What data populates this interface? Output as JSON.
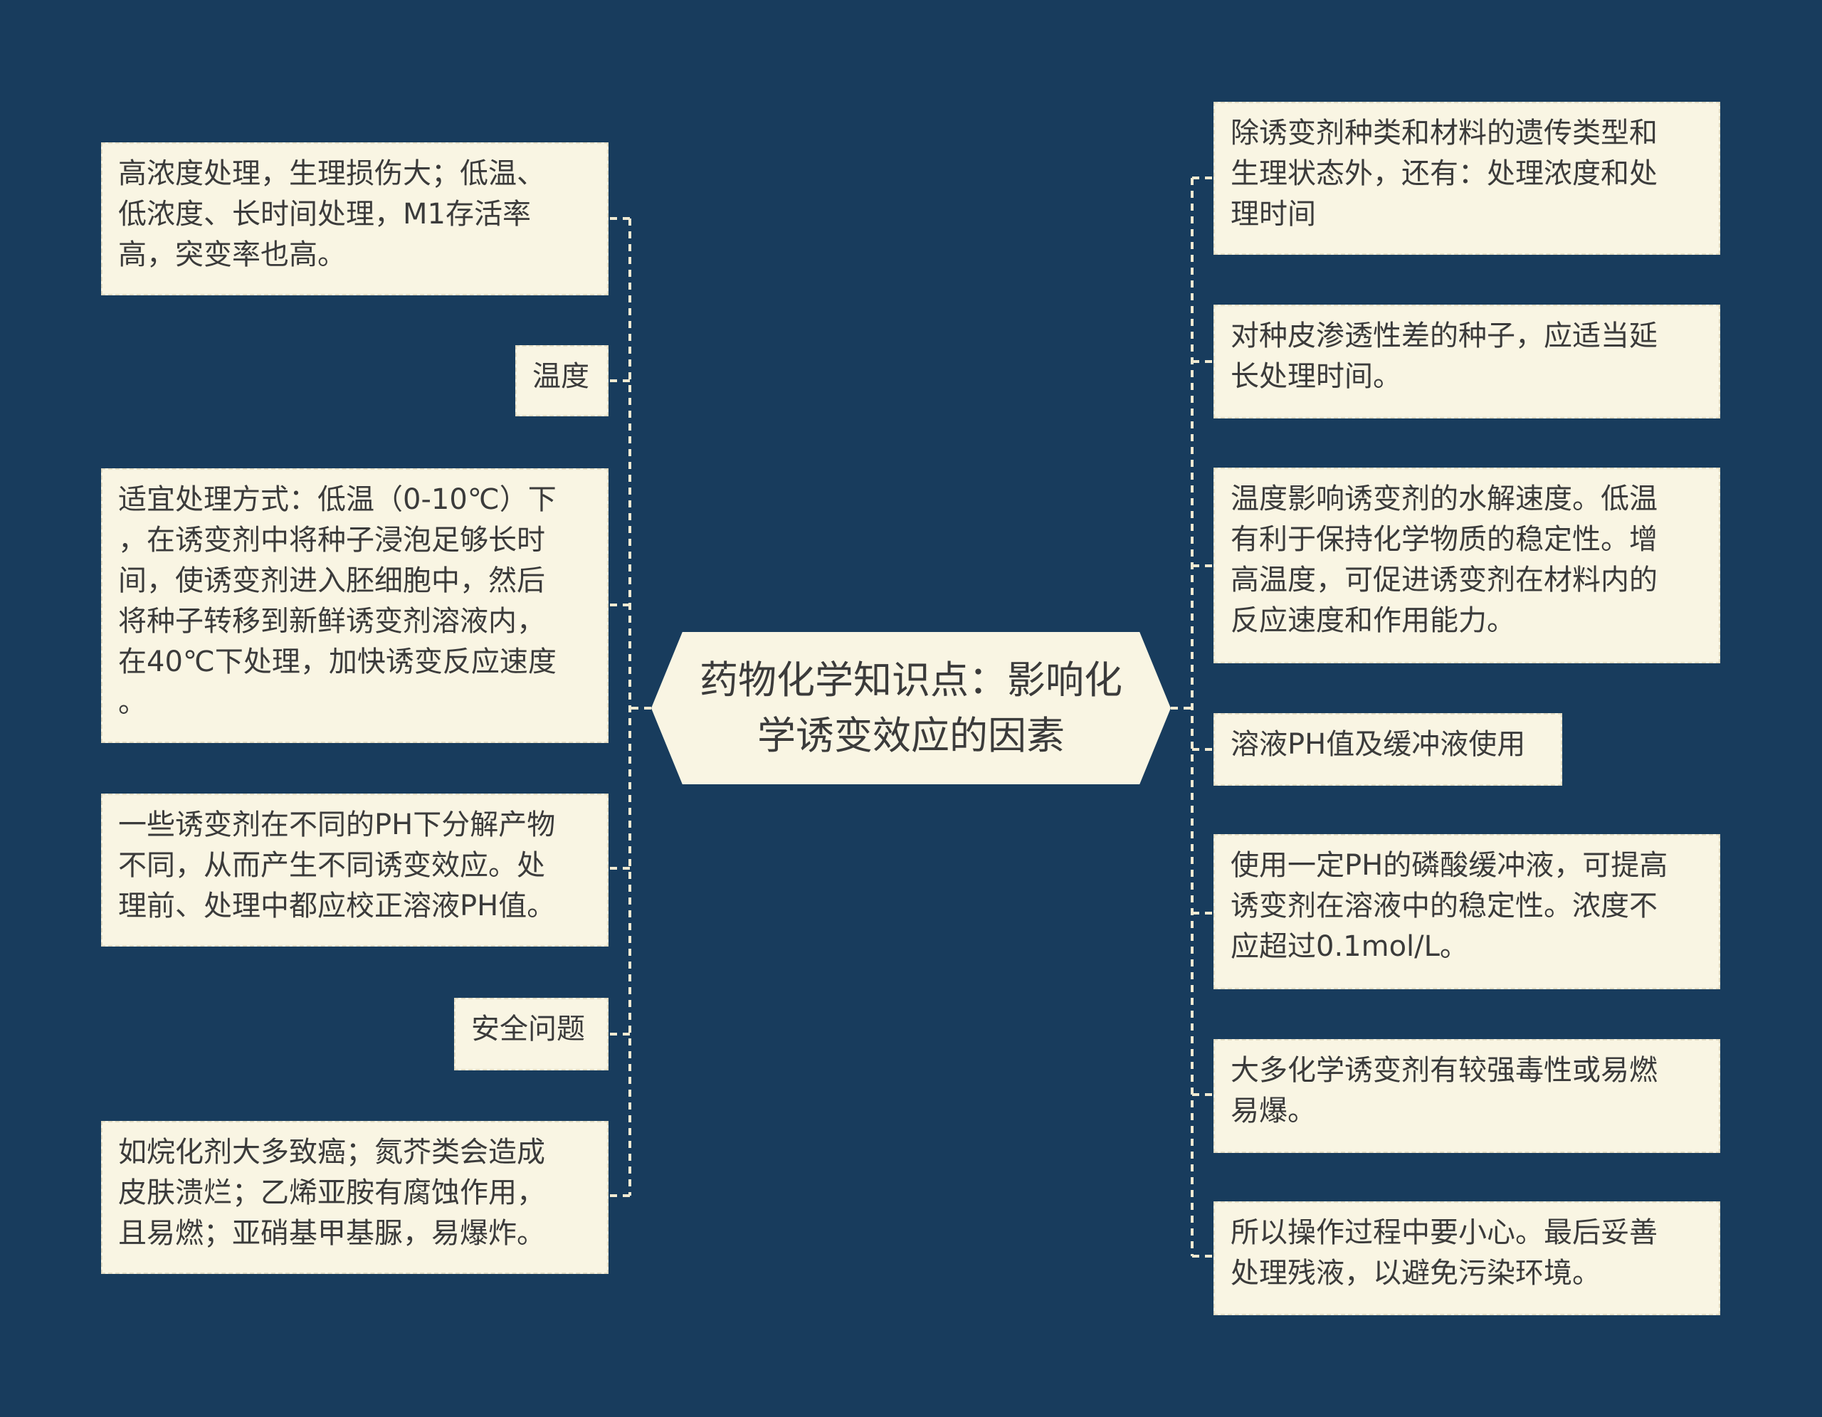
{
  "center": {
    "title": "药物化学知识点：影响化\n学诱变效应的因素"
  },
  "left": {
    "temp_detail_1": "高浓度处理，生理损伤大；低温、\n低浓度、长时间处理，M1存活率\n高，突变率也高。",
    "temp_label": "温度",
    "temp_detail_2": "适宜处理方式：低温（0-10℃）下\n，在诱变剂中将种子浸泡足够长时\n间，使诱变剂进入胚细胞中，然后\n将种子转移到新鲜诱变剂溶液内，\n在40℃下处理，加快诱变反应速度\n。",
    "ph_detail": "一些诱变剂在不同的PH下分解产物\n不同，从而产生不同诱变效应。处\n理前、处理中都应校正溶液PH值。",
    "safety_label": "安全问题",
    "safety_detail": "如烷化剂大多致癌；氮芥类会造成\n皮肤溃烂；乙烯亚胺有腐蚀作用，\n且易燃；亚硝基甲基脲，易爆炸。"
  },
  "right": {
    "factors": "除诱变剂种类和材料的遗传类型和\n生理状态外，还有：处理浓度和处\n理时间",
    "seed_coat": "对种皮渗透性差的种子，应适当延\n长处理时间。",
    "temp_effect": "温度影响诱变剂的水解速度。低温\n有利于保持化学物质的稳定性。增\n高温度，可促进诱变剂在材料内的\n反应速度和作用能力。",
    "ph_label": "溶液PH值及缓冲液使用",
    "buffer": "使用一定PH的磷酸缓冲液，可提高\n诱变剂在溶液中的稳定性。浓度不\n应超过0.1mol/L。",
    "toxicity": "大多化学诱变剂有较强毒性或易燃\n易爆。",
    "careful": "所以操作过程中要小心。最后妥善\n处理残液，以避免污染环境。"
  },
  "colors": {
    "background": "#183c5d",
    "node": "#f9f5e3",
    "line": "#f0ead2"
  }
}
